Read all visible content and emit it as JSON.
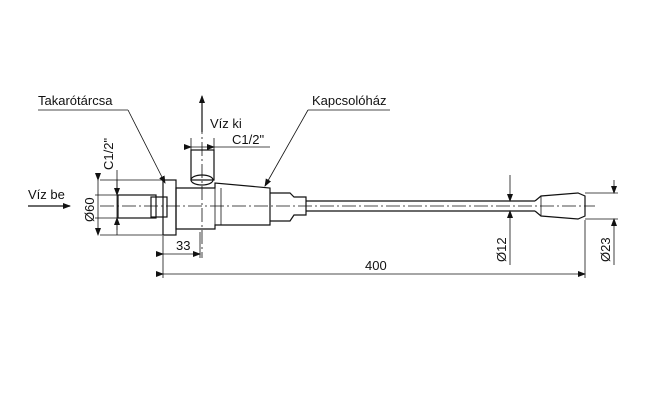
{
  "labels": {
    "takarotarcsa": "Takarótárcsa",
    "viz_ki": "Víz ki",
    "kapcsolohaz": "Kapcsolóház",
    "viz_be": "Víz be"
  },
  "dimensions": {
    "c12_top": "C1/2\"",
    "c12_left": "C1/2\"",
    "d60": "Ø60",
    "d33": "33",
    "d400": "400",
    "d12": "Ø12",
    "d23": "Ø23"
  }
}
